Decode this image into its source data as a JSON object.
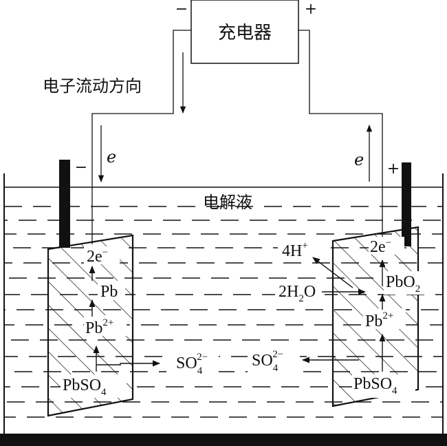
{
  "charger": {
    "label": "充电器",
    "neg_sign": "−",
    "pos_sign": "+"
  },
  "electron_flow_label": "电子流动方向",
  "electron_symbol_left": "e",
  "electron_symbol_right": "e",
  "electrolyte_label": "电解液",
  "left_electrode": {
    "sign": "−",
    "top": "2e",
    "top_sup": "−",
    "mid": "Pb",
    "ion": "Pb",
    "ion_sup": "2+",
    "bottom_main": "PbSO",
    "bottom_sub": "4"
  },
  "right_electrode": {
    "sign": "+",
    "top": "2e",
    "top_sup": "−",
    "oxide": "PbO",
    "oxide_sub": "2",
    "ion": "Pb",
    "ion_sup": "2+",
    "bottom_main": "PbSO",
    "bottom_sub": "4"
  },
  "solution": {
    "hydrogen_ion": "4H",
    "hydrogen_ion_sup": "+",
    "water_prefix": "2H",
    "water_sub": "2",
    "water_suffix": "O",
    "sulfate_left": "SO",
    "sulfate_left_sub": "4",
    "sulfate_left_sup": "2−",
    "sulfate_right": "SO",
    "sulfate_right_sub": "4",
    "sulfate_right_sup": "2−"
  }
}
